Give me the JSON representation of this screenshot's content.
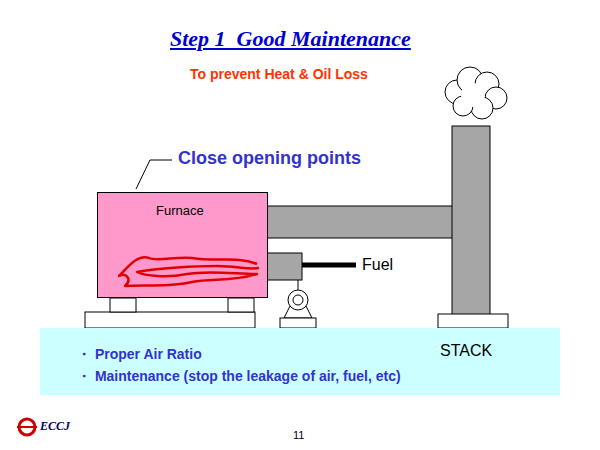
{
  "diagram": {
    "title": "Step 1  Good Maintenance",
    "nodes": [
      {
        "text": [
          "Furnace"
        ]
      },
      {
        "text": [
          "・ Proper Air Ratio",
          "・ Maintenance (stop the leakage of air, fuel, etc)"
        ]
      }
    ],
    "labels": [
      "To prevent Heat & Oil Loss",
      "Close opening points",
      "Fuel",
      "STACK",
      "ECCJ",
      "11"
    ]
  }
}
